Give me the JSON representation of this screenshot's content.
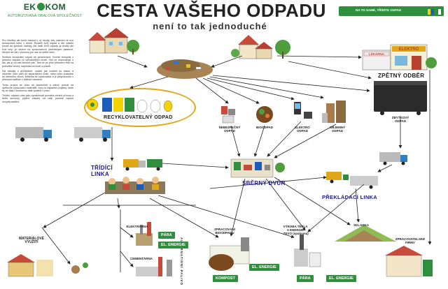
{
  "logo": {
    "word_left": "EK",
    "word_right": "KOM",
    "tagline": "AUTORIZOVANÁ OBALOVÁ SPOLEČNOST"
  },
  "title": "CESTA VAŠEHO ODPADU",
  "subtitle": "není to tak jednoduché",
  "banner": {
    "text": "NA TO SAMÉ, TŘÍDÍTE ODPAD"
  },
  "intro_text": [
    "Pro člověka ale končí starost o vý osudy, kdy odstraní ze své domácnosti nebo z domů. Rozdělí svůj odpad a vše ostatní pouze do správné nádoby. Ale další život odpadu je složitý ale trvá celý, je vězení na zpracováních jednotlivých plastech, kterých se dál v procesu pro nás ze sdělit ústní.",
    "Směsný komunální odpad se zpracovává. Chcete kompost z jednoho odpadu ve výhodnějším místě. Vše se nepovažuje o tak, jak je od nás obecně nás. Tam se po jeho přinesení třídí na jednotlivé druhy, například od kovů a plastů.",
    "Dle tabulky s přehledem, uvidíte jak rozdělit do zásob a obdržíte, kam patří do separačního koše, nebo nebo poskytne do sběrného dvora. Materiál se zpracovává a je přepracován s přesnými sdělení o dalších osudech.",
    "Tento proces se vrací do zásobníků a odtud, proudí na opětovné zpracování materiálů. Jsou to nápadné projekty, které by se daly v budoucnu dále uplatnit v praxi.",
    "Třídění odpadu nám jako společnosti pomáhá chránit přírodu a šetřit suroviny, jejichž zásoby na naší planetě nejsou nevyčerpatelné."
  ],
  "labels": {
    "recyclable": "RECYKLOVATELNÝ ODPAD",
    "return": "ZPĚTNÝ ODBĚR",
    "hazardous": "NEBEZPEČNÝ\nODPAD",
    "bio": "BIOODPAD",
    "electro": "ELEKTRO\nODPAD",
    "bulky": "OBJEMNÝ\nODPAD",
    "residual": "ZBYTKOVÝ\nODPAD",
    "sorting_line": "TŘÍDÍCÍ\nLINKA",
    "collection_yard": "SBĚRNÝ DVŮR",
    "transfer_line": "PŘEKLÁDACÍ LINKA",
    "material_use": "MATERIÁLOVÉ\nVYUŽITÍ",
    "alternative_fuel": "ALTERNATIVNÍ PALIVO",
    "power_plant": "ELEKTRÁRNA",
    "cement_plant": "CEMENTÁRNA",
    "bio_processing": "ZPRACOVÁNÍ\nBIOODPADU",
    "heat_production": "VÝROBA TEPLA\nA ENERGIE\n-ZEVO (spalovna)",
    "landfill": "SKLÁDKA",
    "processing_firms": "ZPRACOVATELSKÉ\nFIRMY"
  },
  "boxes": {
    "steam_1": "PÁRA",
    "energy_1": "EL. ENERGIE",
    "energy_2": "EL. ENERGIE",
    "compost": "KOMPOST",
    "steam_2": "PÁRA",
    "energy_3": "EL. ENERGIE"
  },
  "shop_signs": {
    "pharmacy": "LÉKÁRNA",
    "electro": "ELEKTRO"
  },
  "colors": {
    "green": "#2f8f3f",
    "dark_blue": "#1a1a8a",
    "yellow": "#e0a818",
    "arrow": "#222222"
  }
}
